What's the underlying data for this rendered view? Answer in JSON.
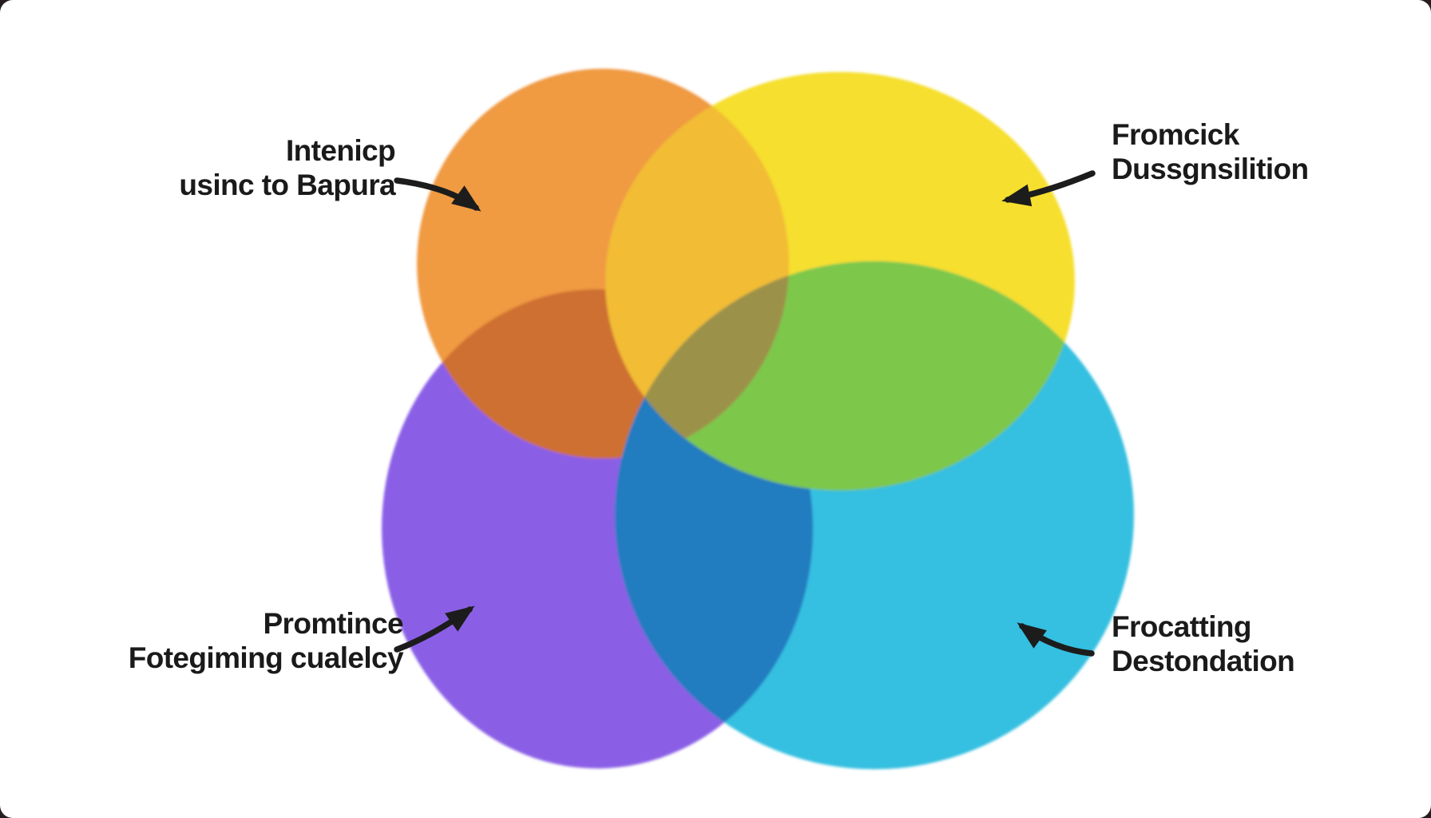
{
  "figure": {
    "type": "venn-diagram",
    "background_color": "#ffffff",
    "frame_color": "#251d1f",
    "text_color": "#1a1a1a",
    "arrow_color": "#1c1c1c"
  },
  "venn": {
    "circles": [
      {
        "name": "top-left-circle",
        "color": "#F09A42"
      },
      {
        "name": "top-right-circle",
        "color": "#F6DF2D"
      },
      {
        "name": "bottom-left-circle",
        "color": "#8A5EE6"
      },
      {
        "name": "bottom-right-circle",
        "color": "#35BFE0"
      }
    ],
    "overlaps": [
      {
        "name": "orange-purple",
        "color": "#CE7030"
      },
      {
        "name": "orange-yellow",
        "color": "#F2BC35"
      },
      {
        "name": "purple-cyan",
        "color": "#217CC0"
      },
      {
        "name": "yellow-cyan",
        "color": "#7DC74B"
      },
      {
        "name": "orange-yellow-cyan",
        "color": "#9C9148"
      }
    ]
  },
  "labels": {
    "top_left": {
      "line1": "Intenicp",
      "line2": "usinc to Bapura"
    },
    "top_right": {
      "line1": "Fromcick",
      "line2": "Dussgnsilition"
    },
    "bottom_left": {
      "line1": "Promtince",
      "line2": "Fotegiming cualelcy"
    },
    "bottom_right": {
      "line1": "Frocatting",
      "line2": "Destondation"
    }
  }
}
